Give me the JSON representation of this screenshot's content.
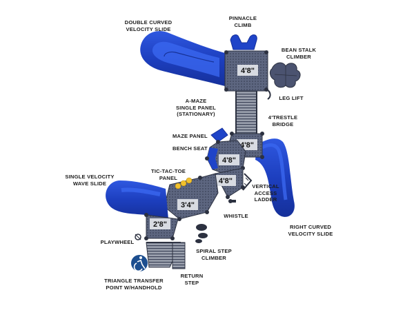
{
  "labels": {
    "double_curved_velocity_slide": "DOUBLE CURVED\nVELOCITY SLIDE",
    "pinnacle_climb": "PINNACLE\nCLIMB",
    "bean_stalk_climber": "BEAN STALK\nCLIMBER",
    "leg_lift": "LEG LIFT",
    "a_maze_single_panel": "A-MAZE\nSINGLE PANEL\n(STATIONARY)",
    "trestle_bridge": "4'TRESTLE\nBRIDGE",
    "maze_panel": "MAZE PANEL",
    "bench_seat": "BENCH SEAT",
    "tic_tac_toe_panel": "TIC-TAC-TOE\nPANEL",
    "single_velocity_wave_slide": "SINGLE VELOCITY\nWAVE SLIDE",
    "vertical_access_ladder": "VERTICAL\nACCESS\nLADDER",
    "whistle": "WHISTLE",
    "right_curved_velocity_slide": "RIGHT CURVED\nVELOCITY SLIDE",
    "playwheel": "PLAYWHEEL",
    "spiral_step_climber": "SPIRAL STEP\nCLIMBER",
    "triangle_transfer_point": "TRIANGLE TRANSFER\nPOINT W/HANDHOLD",
    "return_step": "RETURN\nSTEP"
  },
  "deck_heights": {
    "top_deck": "4'8\"",
    "upper_right_deck": "4'8\"",
    "middle_deck": "4'8\"",
    "lower_right_deck": "4'8\"",
    "three_four_deck": "3'4\"",
    "two_eight_deck": "2'8\""
  },
  "icons": {
    "accessibility": "wheelchair-accessibility-icon"
  },
  "colors": {
    "slide_blue": "#1f44c8",
    "deck_gray": "#59627a",
    "label_box": "#d8dbe2",
    "post": "#2c3140",
    "accessibility_bg": "#1c4e8f"
  }
}
